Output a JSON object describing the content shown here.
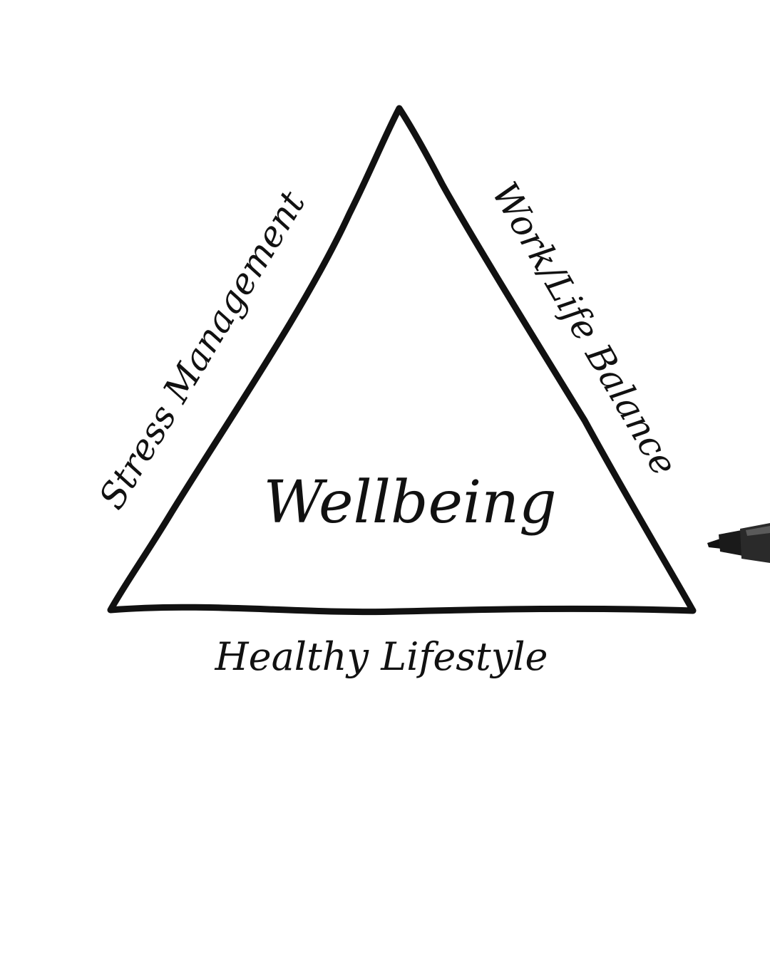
{
  "diagram": {
    "center_label": "Wellbeing",
    "sides": {
      "left": "Stress Management",
      "right": "Work/Life Balance",
      "bottom": "Healthy Lifestyle"
    }
  },
  "colors": {
    "background": "#ffffff",
    "ink": "#111111",
    "marker_body": "#2a2a2a"
  },
  "icons": {
    "marker": "marker-pen-icon"
  }
}
